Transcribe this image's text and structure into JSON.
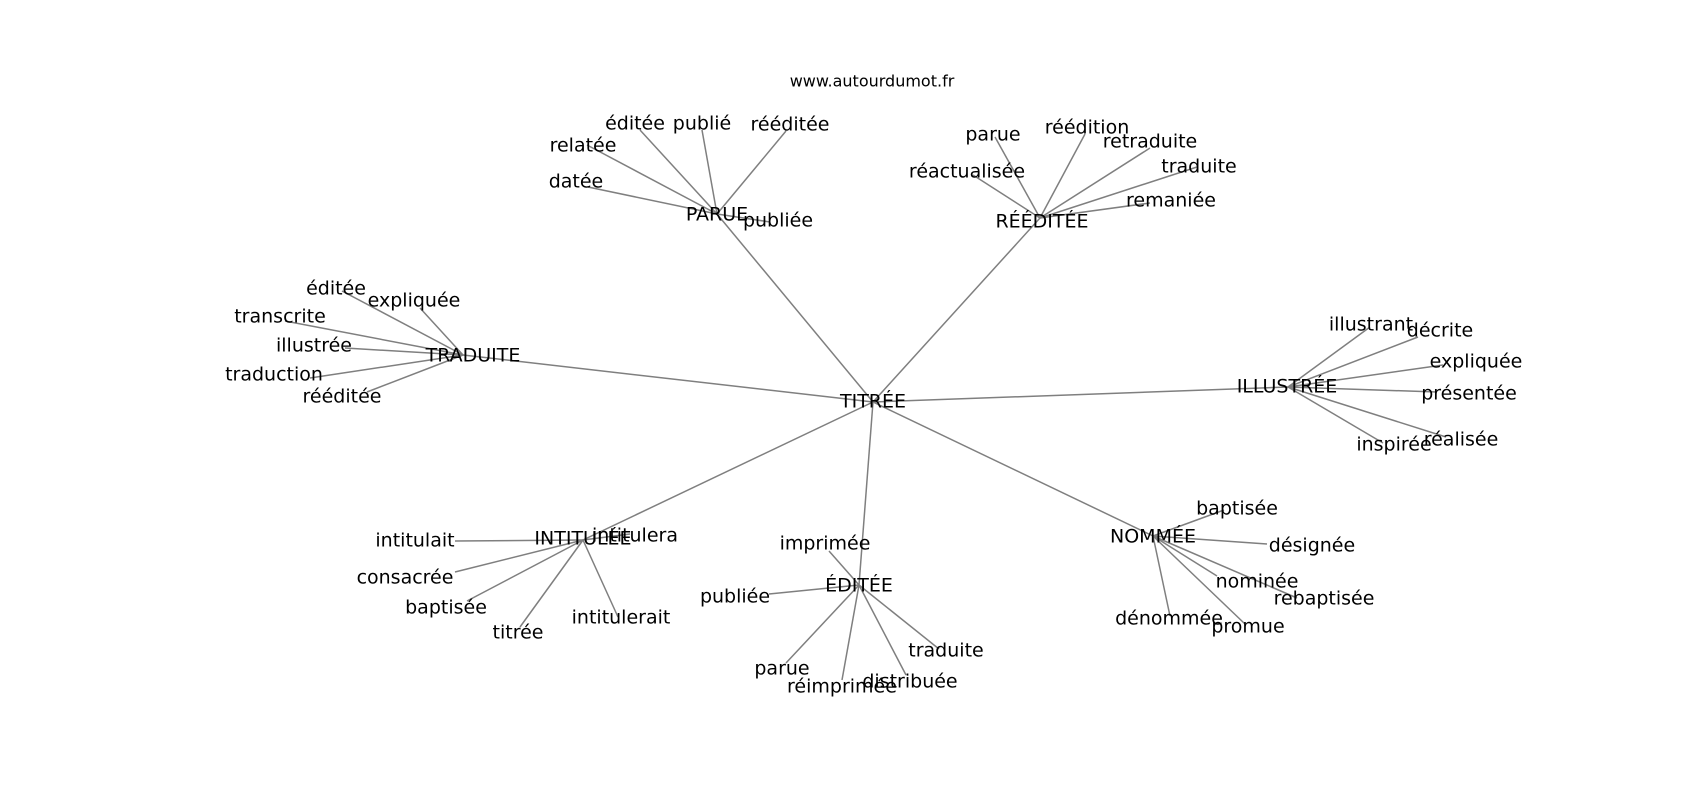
{
  "source": "www.autourdumot.fr",
  "colors": {
    "edge": "#7f7f7f",
    "text": "#000000",
    "background": "#ffffff"
  },
  "graph": {
    "center": "TITRÉE",
    "clusters": [
      {
        "label": "PARUE",
        "words": [
          "éditée",
          "publié",
          "rééditée",
          "relatée",
          "datée",
          "publiée"
        ]
      },
      {
        "label": "RÉÉDITÉE",
        "words": [
          "parue",
          "réédition",
          "retraduite",
          "traduite",
          "réactualisée",
          "remaniée"
        ]
      },
      {
        "label": "TRADUITE",
        "words": [
          "éditée",
          "expliquée",
          "transcrite",
          "illustrée",
          "traduction",
          "rééditée"
        ]
      },
      {
        "label": "ILLUSTRÉE",
        "words": [
          "illustrant",
          "décrite",
          "expliquée",
          "présentée",
          "réalisée",
          "inspirée"
        ]
      },
      {
        "label": "INTITULÉE",
        "words": [
          "intitulera",
          "intitulait",
          "consacrée",
          "baptisée",
          "titrée",
          "intitulerait"
        ]
      },
      {
        "label": "ÉDITÉE",
        "words": [
          "imprimée",
          "publiée",
          "parue",
          "réimprimée",
          "distribuée",
          "traduite"
        ]
      },
      {
        "label": "NOMMÉE",
        "words": [
          "baptisée",
          "désignée",
          "nominée",
          "rebaptisée",
          "promue",
          "dénommée"
        ]
      }
    ]
  }
}
